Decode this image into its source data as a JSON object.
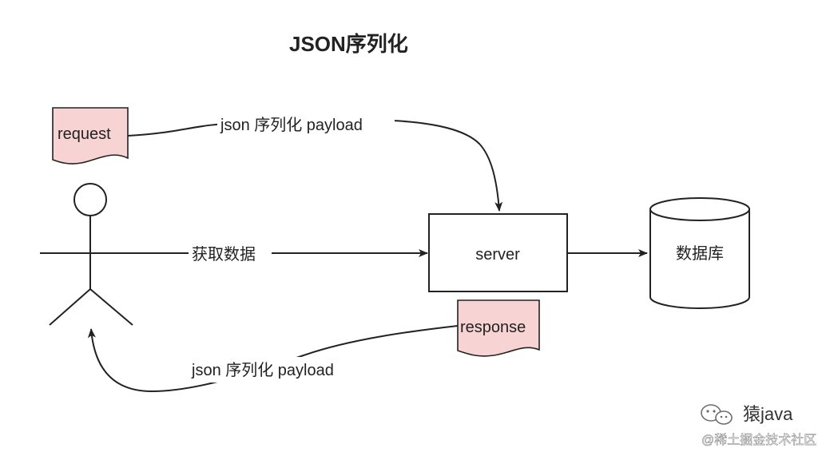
{
  "title": "JSON序列化",
  "nodes": {
    "request": "request",
    "server": "server",
    "database": "数据库",
    "response": "response"
  },
  "edges": {
    "request_to_server": "json 序列化 payload",
    "actor_to_server": "获取数据",
    "response_to_actor": "json 序列化 payload"
  },
  "watermark": {
    "brand": "猿java",
    "community": "@稀土掘金技术社区"
  },
  "colors": {
    "doc_fill": "#f8d3d3",
    "stroke": "#222222",
    "background": "#ffffff"
  }
}
